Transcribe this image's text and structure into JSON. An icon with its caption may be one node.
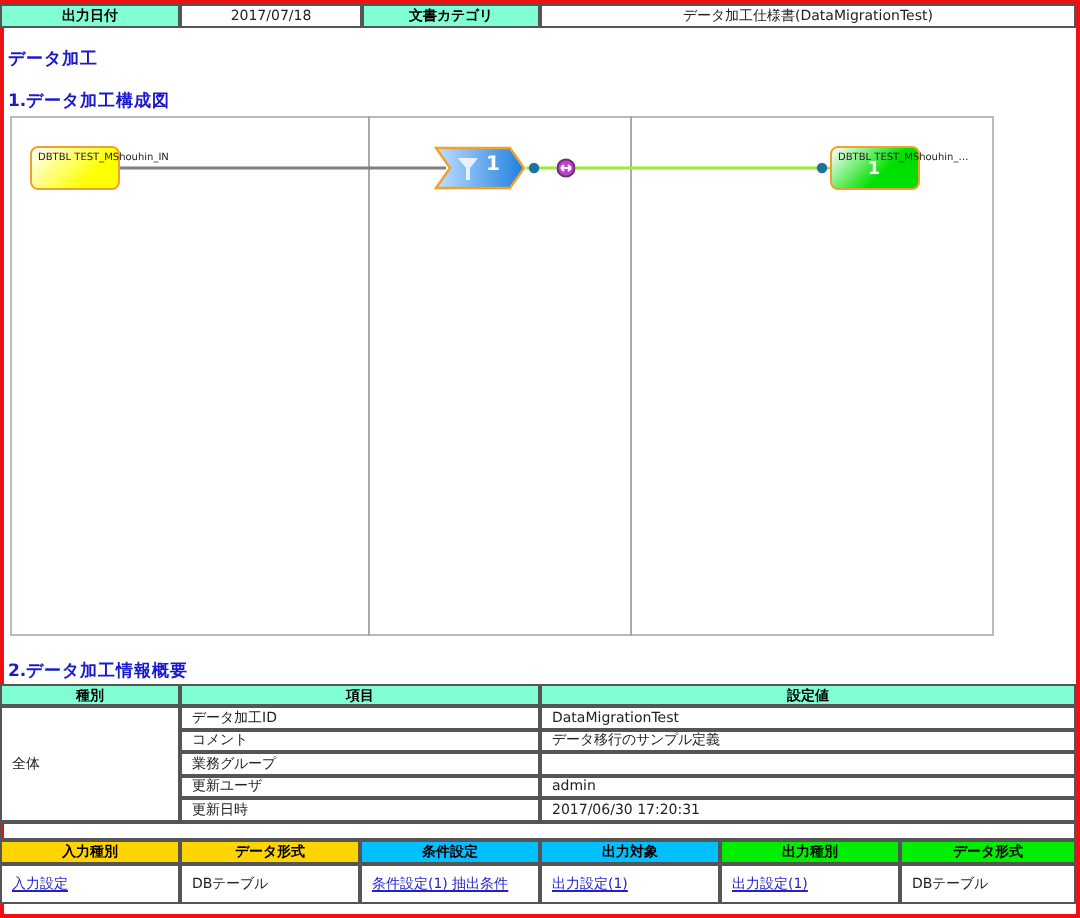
{
  "diagram": {
    "title": "データ加工",
    "nodes": [
      {
        "text": [
          "DBTBL TEST_MShouhin_IN"
        ]
      },
      {
        "text": [
          "1"
        ]
      },
      {
        "text": [],
        "shape": "circle"
      },
      {
        "text": [
          "DBTBL TEST_MShouhin_…",
          "1"
        ]
      }
    ],
    "edges": [
      {
        "from": 0,
        "to": 1,
        "arrow": "none",
        "color": "#808080"
      },
      {
        "from": 1,
        "to": 2,
        "arrow": "none"
      },
      {
        "from": 2,
        "to": 3,
        "arrow": "none"
      }
    ],
    "labels": [
      "出力日付",
      "2017/07/18",
      "文書カテゴリ",
      "データ加工仕様書(DataMigrationTest)",
      "1.データ加工構成図",
      "2.データ加工情報概要",
      "種別",
      "項目",
      "設定値",
      "全体",
      "データ加工ID",
      "DataMigrationTest",
      "コメント",
      "データ移行のサンプル定義",
      "業務グループ",
      "更新ユーザ",
      "admin",
      "更新日時",
      "2017/06/30 17:20:31",
      "入力種別",
      "データ形式",
      "条件設定",
      "出力対象",
      "出力種別",
      "データ形式",
      "入力設定",
      "DBテーブル",
      "条件設定(1) 抽出条件",
      "出力設定(1)",
      "出力設定(1)",
      "DBテーブル"
    ]
  }
}
